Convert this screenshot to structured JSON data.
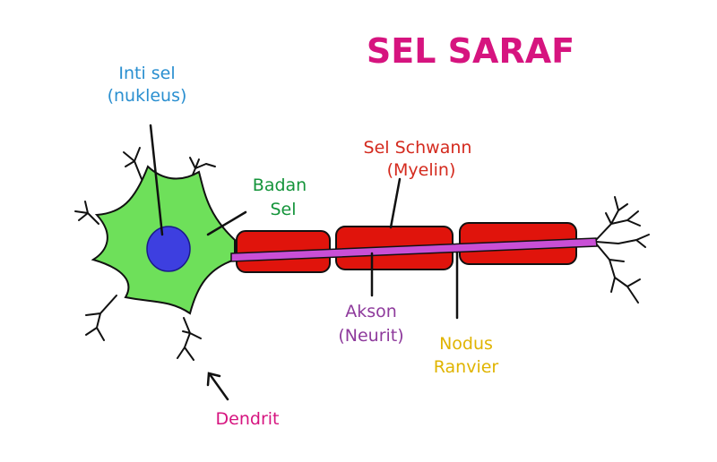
{
  "title": "SEL SARAF",
  "labels": {
    "nucleus_l1": "Inti sel",
    "nucleus_l2": "(nukleus)",
    "body_l1": "Badan",
    "body_l2": "Sel",
    "schwann_l1": "Sel Schwann",
    "schwann_l2": "(Myelin)",
    "axon_l1": "Akson",
    "axon_l2": "(Neurit)",
    "node_l1": "Nodus",
    "node_l2": "Ranvier",
    "dendrite": "Dendrit"
  },
  "colors": {
    "title": "#d6147f",
    "nucleus_label": "#2a8fd0",
    "body_label": "#14943a",
    "schwann_label": "#d42a1e",
    "axon_label": "#8e3a9c",
    "node_label": "#e0b400",
    "dendrite_label": "#d6147f",
    "cell_body": "#6ee05a",
    "nucleus": "#3d3fe0",
    "myelin": "#e0140c",
    "axon": "#c94fd6",
    "outline": "#111111"
  }
}
